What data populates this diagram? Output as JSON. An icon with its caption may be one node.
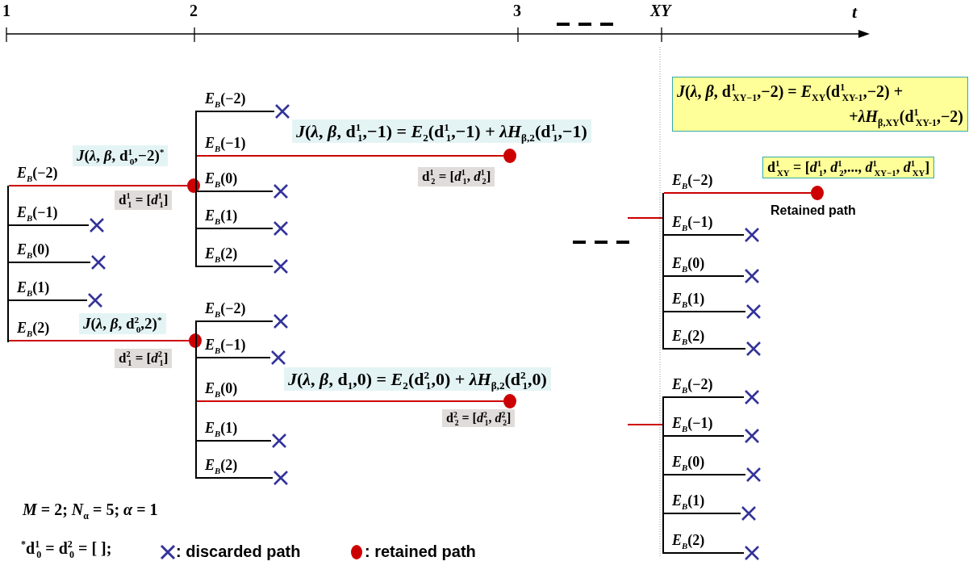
{
  "diagram": {
    "nodes": [
      {
        "text": [],
        "shape": "bar"
      },
      {
        "text": [
          "*J*(*λ*, *β*, d$^{1}$$_{0}$,−2)$^{*}$"
        ]
      },
      {
        "text": [],
        "shape": "circle"
      },
      {
        "text": [
          "d$^{1}$$_{1}$ = [*d*$^{1}$$_{1}$]"
        ]
      },
      {
        "text": [],
        "shape": "cross"
      },
      {
        "text": [],
        "shape": "cross"
      },
      {
        "text": [],
        "shape": "cross"
      },
      {
        "text": [
          "*J*(*λ*, *β*, d$^{2}$$_{0}$,2)$^{*}$"
        ]
      },
      {
        "text": [],
        "shape": "circle"
      },
      {
        "text": [
          "d$^{2}$$_{1}$ = [*d*$^{2}$$_{1}$]"
        ]
      },
      {
        "text": [],
        "shape": "bar"
      },
      {
        "text": [],
        "shape": "cross"
      },
      {
        "text": [
          "*J*(*λ*, *β*, d$^{1}$$_{1}$,−1) = *E*$_{2}$(d$^{1}$$_{1}$,−1) + *λH*$_{β,2}$(d$^{1}$$_{1}$,−1)"
        ]
      },
      {
        "text": [],
        "shape": "circle"
      },
      {
        "text": [
          "d$^{1}$$_{2}$ = [*d*$^{1}$$_{1}$, *d*$^{1}$$_{2}$]"
        ]
      },
      {
        "text": [],
        "shape": "cross"
      },
      {
        "text": [],
        "shape": "cross"
      },
      {
        "text": [],
        "shape": "cross"
      },
      {
        "text": [],
        "shape": "bar"
      },
      {
        "text": [],
        "shape": "cross"
      },
      {
        "text": [],
        "shape": "cross"
      },
      {
        "text": [
          "*J*(*λ*, *β*, d$_{1}$,0) = *E*$_{2}$(d$^{2}$$_{1}$,0) + *λH*$_{β,2}$(d$^{2}$$_{1}$,0)"
        ]
      },
      {
        "text": [],
        "shape": "circle"
      },
      {
        "text": [
          "d$^{2}$$_{2}$ = [*d*$^{2}$$_{1}$, *d*$^{2}$$_{2}$]"
        ]
      },
      {
        "text": [],
        "shape": "cross"
      },
      {
        "text": [],
        "shape": "cross"
      },
      {
        "text": [
          "*J*(*λ*, *β*, d$^{1}$$_{XY−1}$,−2) = *E*$_{XY}$(d$^{1}$$_{XY-1}$,−2) + +*λH*$_{β,XY}$(d$^{1}$$_{XY-1}$,−2)"
        ]
      },
      {
        "text": [
          "d$^{1}$$_{XY}$ = [*d*$^{1}$$_{1}$, *d*$^{1}$$_{2}$,..., *d*$^{1}$$_{XY−1}$, *d*$^{1}$$_{XY}$]"
        ]
      },
      {
        "text": [],
        "shape": "bar"
      },
      {
        "text": [],
        "shape": "circle",
        "beside": [
          "Retained path"
        ]
      },
      {
        "text": [],
        "shape": "cross"
      },
      {
        "text": [],
        "shape": "cross"
      },
      {
        "text": [],
        "shape": "cross"
      },
      {
        "text": [],
        "shape": "cross"
      },
      {
        "text": [],
        "shape": "bar"
      },
      {
        "text": [],
        "shape": "cross"
      },
      {
        "text": [],
        "shape": "cross"
      },
      {
        "text": [],
        "shape": "cross"
      },
      {
        "text": [],
        "shape": "cross"
      },
      {
        "text": [],
        "shape": "cross"
      }
    ],
    "edges": [
      {
        "from": 0,
        "to": 2,
        "arrow": "none",
        "label": "*E*$_{B}$(−2)",
        "color": "#cc0000"
      },
      {
        "from": 0,
        "to": 4,
        "arrow": "none",
        "label": "*E*$_{B}$(−1)"
      },
      {
        "from": 0,
        "to": 5,
        "arrow": "none",
        "label": "*E*$_{B}$(0)"
      },
      {
        "from": 0,
        "to": 6,
        "arrow": "none",
        "label": "*E*$_{B}$(1)"
      },
      {
        "from": 0,
        "to": 8,
        "arrow": "none",
        "label": "*E*$_{B}$(2)",
        "color": "#cc0000"
      },
      {
        "from": 10,
        "to": 11,
        "arrow": "none",
        "label": "*E*$_{B}$(−2)"
      },
      {
        "from": 10,
        "to": 13,
        "arrow": "none",
        "label": "*E*$_{B}$(−1)",
        "color": "#cc0000"
      },
      {
        "from": 10,
        "to": 15,
        "arrow": "none",
        "label": "*E*$_{B}$(0)"
      },
      {
        "from": 10,
        "to": 16,
        "arrow": "none",
        "label": "*E*$_{B}$(1)"
      },
      {
        "from": 10,
        "to": 17,
        "arrow": "none",
        "label": "*E*$_{B}$(2)"
      },
      {
        "from": 18,
        "to": 19,
        "arrow": "none",
        "label": "*E*$_{B}$(−2)"
      },
      {
        "from": 18,
        "to": 20,
        "arrow": "none",
        "label": "*E*$_{B}$(−1)"
      },
      {
        "from": 18,
        "to": 22,
        "arrow": "none",
        "label": "*E*$_{B}$(0)",
        "color": "#cc0000"
      },
      {
        "from": 18,
        "to": 24,
        "arrow": "none",
        "label": "*E*$_{B}$(1)"
      },
      {
        "from": 18,
        "to": 25,
        "arrow": "none",
        "label": "*E*$_{B}$(2)"
      },
      {
        "from": null,
        "to": 28,
        "arrow": "none",
        "color": "#cc0000"
      },
      {
        "from": 28,
        "to": 29,
        "arrow": "none",
        "label": "*E*$_{B}$(−2)",
        "color": "#cc0000"
      },
      {
        "from": 28,
        "to": 30,
        "arrow": "none",
        "label": "*E*$_{B}$(−1)"
      },
      {
        "from": 28,
        "to": 31,
        "arrow": "none",
        "label": "*E*$_{B}$(0)"
      },
      {
        "from": 28,
        "to": 32,
        "arrow": "none",
        "label": "*E*$_{B}$(1)"
      },
      {
        "from": 28,
        "to": 33,
        "arrow": "none",
        "label": "*E*$_{B}$(2)"
      },
      {
        "from": null,
        "to": 34,
        "arrow": "none",
        "color": "#cc0000"
      },
      {
        "from": 34,
        "to": 35,
        "arrow": "none",
        "label": "*E*$_{B}$(−2)"
      },
      {
        "from": 34,
        "to": 36,
        "arrow": "none",
        "label": "*E*$_{B}$(−1)"
      },
      {
        "from": 34,
        "to": 37,
        "arrow": "none",
        "label": "*E*$_{B}$(0)"
      },
      {
        "from": 34,
        "to": 38,
        "arrow": "none",
        "label": "*E*$_{B}$(1)"
      },
      {
        "from": 34,
        "to": 39,
        "arrow": "none",
        "label": "*E*$_{B}$(2)"
      }
    ],
    "labels": [
      "1",
      "2",
      "3",
      "XY",
      "t",
      "*M* = 2;  *N*$_{α}$ = 5;  *α* = 1",
      "$^{*}$d$^{1}$$_{0}$ = d$^{2}$$_{0}$ = [  ];"
    ],
    "legend": [
      {
        "text": ": discarded path",
        "color": "#333399"
      },
      {
        "text": ": retained path",
        "color": "#cc0000"
      }
    ]
  }
}
